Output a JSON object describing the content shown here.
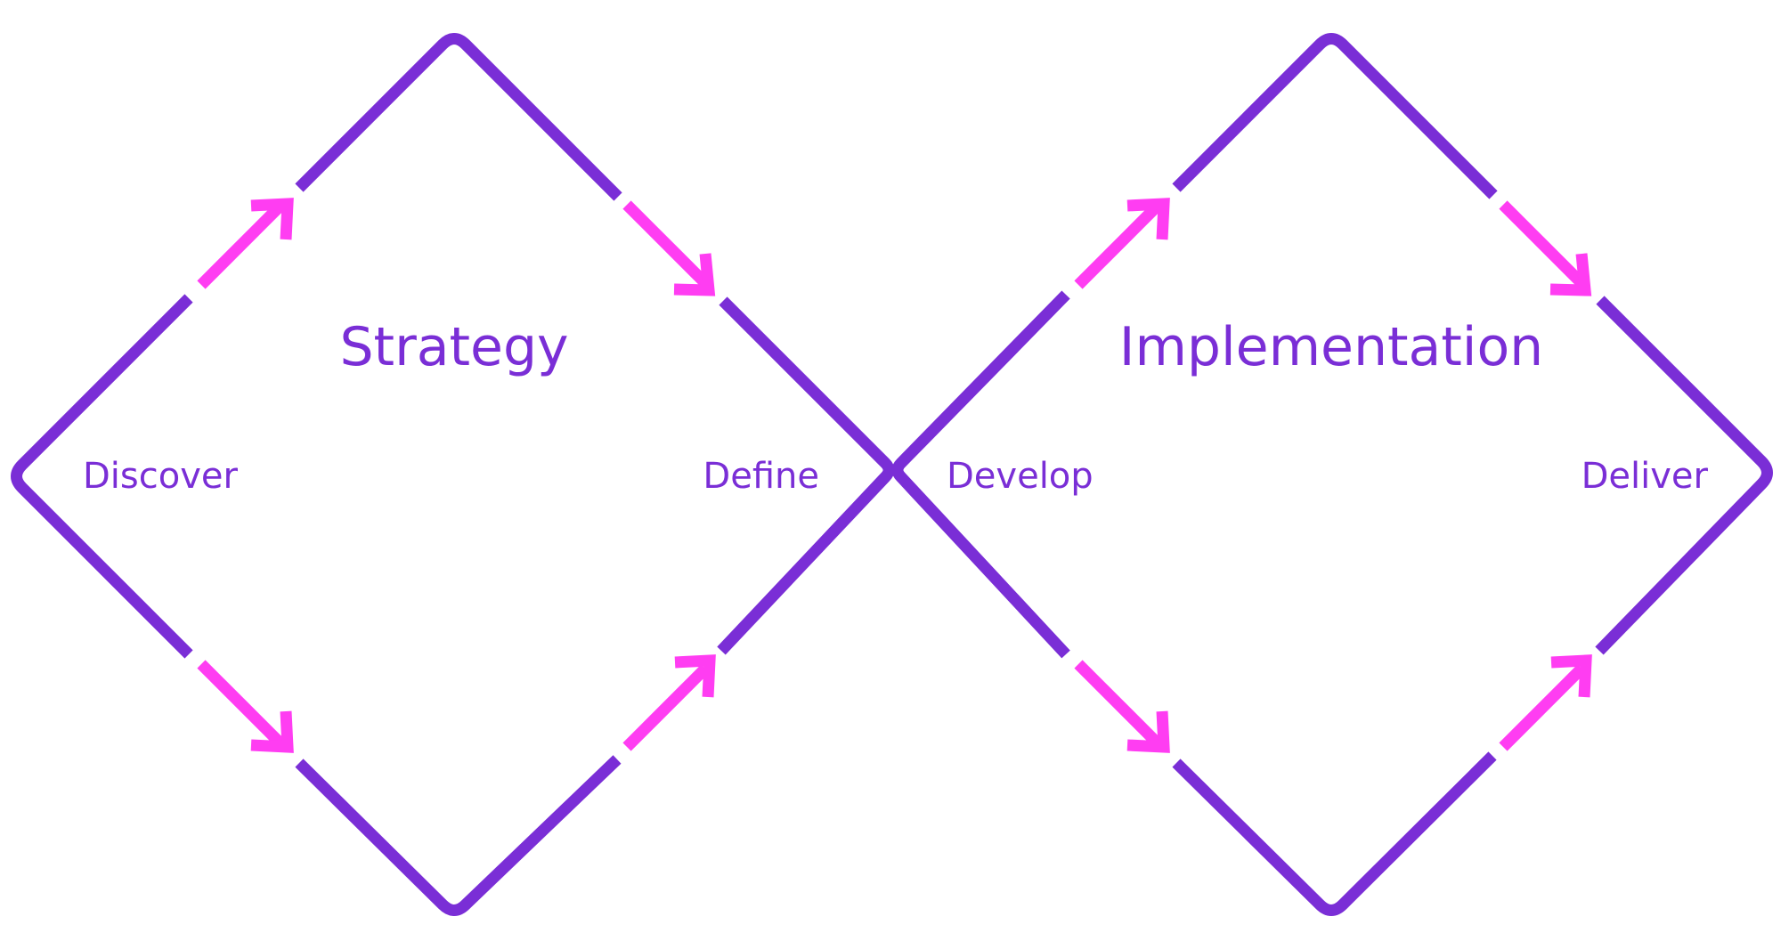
{
  "colors": {
    "frame": "#7a2ed6",
    "arrow": "#ff3df2",
    "text": "#7a2ed6",
    "background": "#ffffff"
  },
  "diamonds": [
    {
      "title": "Strategy",
      "phases": {
        "left": "Discover",
        "right": "Define"
      }
    },
    {
      "title": "Implementation",
      "phases": {
        "left": "Develop",
        "right": "Deliver"
      }
    }
  ]
}
